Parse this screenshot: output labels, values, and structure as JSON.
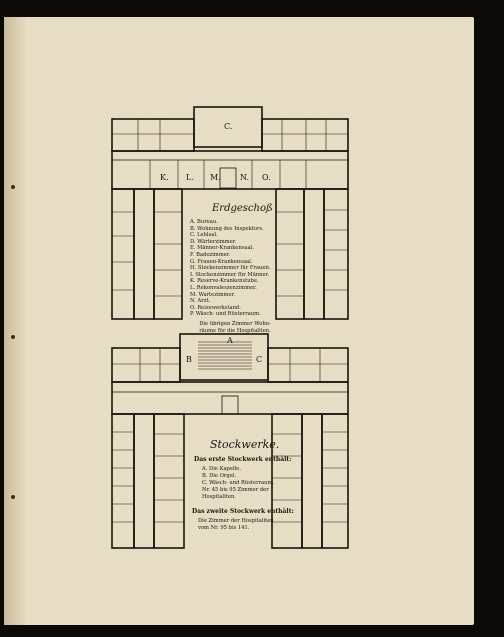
{
  "erdgeschoss": {
    "title": "Erdgeschoß",
    "legend": [
      "A. Bureau.",
      "B. Wohnung des Inspektors.",
      "C. Lehlsal.",
      "D. Wärterzimmer.",
      "E. Männer-Krankensaal.",
      "F. Badezimmer.",
      "G. Frauen-Krankensaal.",
      "H. Stockenzimmer für Frauen.",
      "I. Stockenzimmer für Männer.",
      "K. Reserve-Krankenstube.",
      "L. Rekonvaleszenzimmer.",
      "M. Wartezimmer.",
      "N. Arzt.",
      "O. Reisewerkstand.",
      "P. Wäsch- und Rüsterraum."
    ],
    "note_line1": "Die übrigen Zimmer Wohn-",
    "note_line2": "räume für die Hospitaliten.",
    "plan_letters": {
      "C": "C.",
      "K": "K.",
      "L": "L.",
      "M": "M.",
      "N": "N.",
      "O": "O."
    }
  },
  "stockwerke": {
    "title": "Stockwerke.",
    "first_heading": "Das erste Stockwerk enthält:",
    "first_items": [
      "A. Die Kapelle.",
      "B. Die Orgel.",
      "C. Wäsch- und Rüsterraum.",
      "Nr. 45 bis 95 Zimmer der",
      "Hospitaliten."
    ],
    "second_heading": "Das zweite Stockwerk enthält:",
    "second_items": [
      "Die Zimmer der Hospitaliten",
      "vom Nr. 95 bis 141."
    ],
    "plan_letters": {
      "A": "A",
      "B": "B",
      "C": "C"
    }
  }
}
